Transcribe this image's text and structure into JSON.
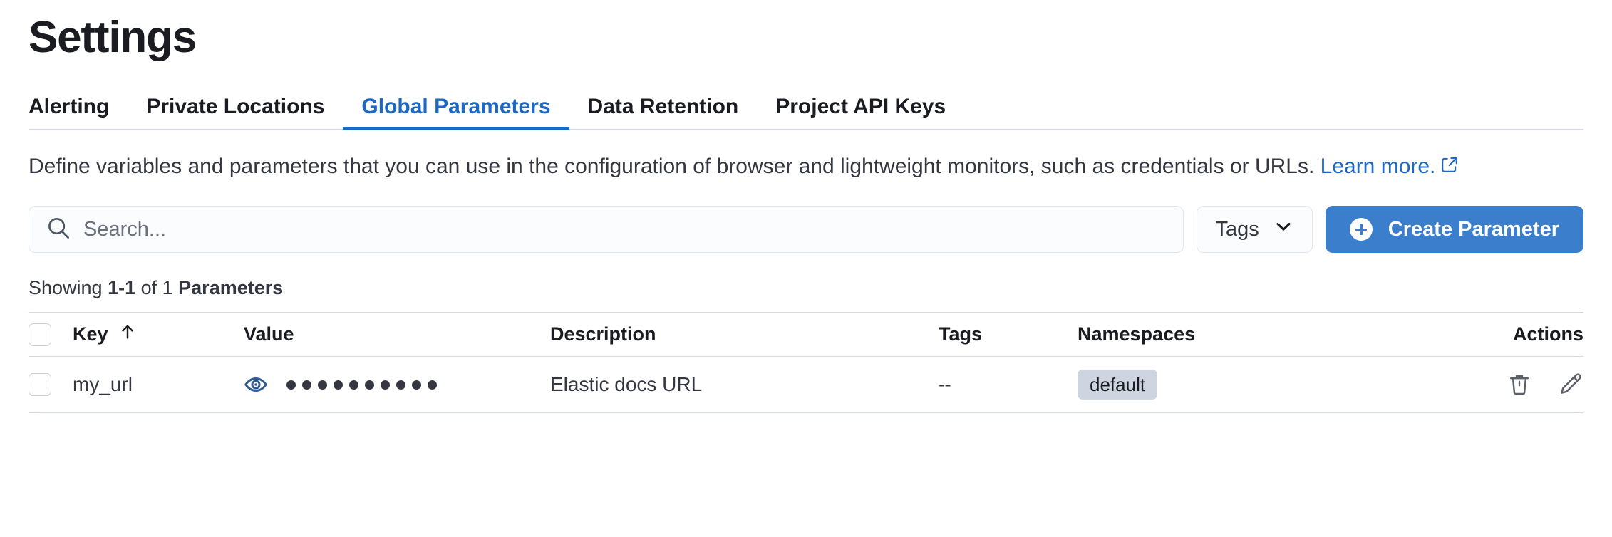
{
  "page": {
    "title": "Settings"
  },
  "tabs": [
    {
      "label": "Alerting",
      "active": false
    },
    {
      "label": "Private Locations",
      "active": false
    },
    {
      "label": "Global Parameters",
      "active": true
    },
    {
      "label": "Data Retention",
      "active": false
    },
    {
      "label": "Project API Keys",
      "active": false
    }
  ],
  "description": {
    "text": "Define variables and parameters that you can use in the configuration of browser and lightweight monitors, such as credentials or URLs.",
    "link_label": "Learn more.",
    "link_icon": "external-link-icon"
  },
  "controls": {
    "search": {
      "icon": "search-icon",
      "placeholder": "Search...",
      "value": ""
    },
    "tags_filter": {
      "label": "Tags",
      "icon": "chevron-down-icon"
    },
    "create_button": {
      "label": "Create Parameter",
      "icon": "plus-circle-icon",
      "color": "#3b7ecb"
    }
  },
  "results": {
    "prefix": "Showing ",
    "range": "1-1",
    "middle": " of 1 ",
    "noun": "Parameters"
  },
  "table": {
    "columns": [
      {
        "label": "Key",
        "sort_icon": "arrow-up-icon"
      },
      {
        "label": "Value"
      },
      {
        "label": "Description"
      },
      {
        "label": "Tags"
      },
      {
        "label": "Namespaces"
      },
      {
        "label": "Actions"
      }
    ],
    "rows": [
      {
        "key": "my_url",
        "value_icon": "eye-icon",
        "value_masked_dots": 10,
        "description": "Elastic docs URL",
        "tags": "--",
        "namespaces": [
          "default"
        ],
        "actions": [
          "trash-icon",
          "pencil-icon"
        ]
      }
    ]
  },
  "colors": {
    "accent": "#1d68c3",
    "button": "#3b7ecb",
    "badge_bg": "#ced4e0",
    "border": "#d3dae6",
    "eye_icon": "#2f5c94"
  }
}
